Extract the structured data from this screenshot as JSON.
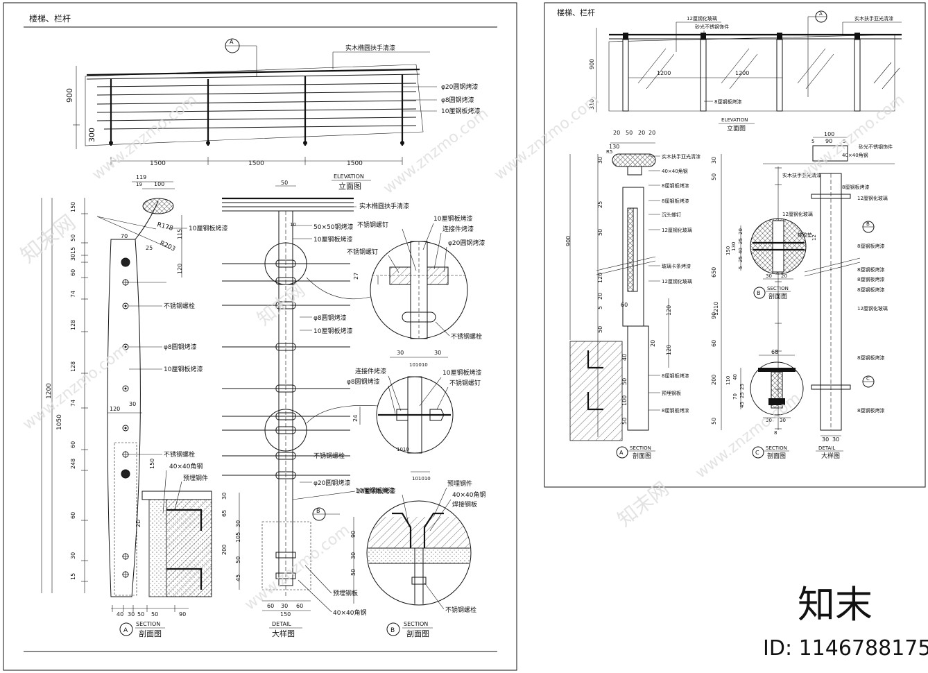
{
  "left_sheet": {
    "title": "楼梯、栏杆",
    "elevation": {
      "callout_A": "A",
      "handrail": "实木椭圆扶手清漆",
      "round_steel": "φ20圆钢烤漆",
      "bar_8": "φ8圆钢烤漆",
      "plate_10": "10厘钢板烤漆",
      "dim_900": "900",
      "dim_300": "300",
      "dim_1500a": "1500",
      "dim_1500b": "1500",
      "dim_1500c": "1500",
      "caption_en": "ELEVATION",
      "caption_cn": "立面图"
    },
    "section_A": {
      "dim_119": "119",
      "dim_19": "19",
      "dim_100": "100",
      "r178": "R178",
      "r203": "R203",
      "dim_70": "70",
      "dim_25": "25",
      "dim_115": "115",
      "dim_120": "120",
      "dim_30": "30",
      "plate": "10厘钢板烤漆",
      "bolt1": "不锈钢螺栓",
      "bar": "φ8圆钢烤漆",
      "plate2": "10厘钢板烤漆",
      "bolt2": "不锈钢螺栓",
      "angle": "40×40角钢",
      "embed": "预埋钢件",
      "dim_150": "150",
      "dim_2D": "2D",
      "left_dims": [
        "150",
        "50",
        "15",
        "30",
        "60",
        "74",
        "128",
        "128",
        "74",
        "60",
        "248",
        "60",
        "30",
        "15"
      ],
      "dim_1200": "1200",
      "dim_1050": "1050",
      "bottom_dims": [
        "40",
        "30",
        "50",
        "50",
        "90"
      ],
      "callout": "A",
      "caption_en": "SECTION",
      "caption_cn": "剖面图"
    },
    "detail": {
      "dim_50": "50",
      "handrail": "实木椭圆扶手清漆",
      "dim_10": "10",
      "sq50": "50×50钢烤漆",
      "plate": "10厘钢板烤漆",
      "bar8": "φ8圆钢烤漆",
      "plate2": "10厘钢板烤漆",
      "bolt": "不锈钢螺栓",
      "r20": "φ20圆钢烤漆",
      "plate3": "10厘钢板烤漆",
      "embed_plate": "预埋钢板",
      "angle": "40×40角钢",
      "left_dims": [
        "30",
        "65",
        "30",
        "105",
        "50",
        "200",
        "45"
      ],
      "bottom_dims": [
        "60",
        "30",
        "60"
      ],
      "dim_150": "150",
      "callout_B": "B",
      "caption_en": "DETAIL",
      "caption_cn": "大样图"
    },
    "zoom1": {
      "plate": "10厘钢板烤漆",
      "screw": "不锈钢螺钉",
      "connector": "连接件烤漆",
      "r20": "φ20圆钢烤漆",
      "screw2": "不锈钢螺钉",
      "dim_27": "27",
      "bolt": "不锈钢螺栓",
      "dim_30a": "30",
      "dim_30b": "30",
      "dim_101010": "101010"
    },
    "zoom2": {
      "connector": "连接件烤漆",
      "bar8": "φ8圆钢烤漆",
      "plate": "10厘钢板烤漆",
      "screw": "不锈钢螺钉",
      "dim_24": "24",
      "dim_1010": "1010",
      "dim_101010": "101010"
    },
    "section_B": {
      "plate": "10厘钢板烤漆",
      "embed": "预埋钢件",
      "angle": "40×40角钢",
      "weld": "焊接钢板",
      "bolt": "不锈钢螺栓",
      "dims": [
        "90",
        "30",
        "50"
      ],
      "callout": "B",
      "caption_en": "SECTION",
      "caption_cn": "剖面图"
    }
  },
  "right_sheet": {
    "title": "楼梯、栏杆",
    "elevation": {
      "glass": "12厘钢化玻璃",
      "callout_A": "A",
      "handrail": "实木扶手亚光清漆",
      "fitting": "砂光不锈钢饰件",
      "dim_900": "900",
      "dim_310": "310",
      "dim_1200a": "1200",
      "dim_1200b": "1200",
      "plate": "8厘钢板烤漆",
      "caption_en": "ELEVATION",
      "caption_cn": "立面图"
    },
    "section_A": {
      "top_dims": [
        "130",
        "20",
        "50",
        "20",
        "20"
      ],
      "r5": "R5",
      "handrail": "实木扶手亚光清漆",
      "angle": "40×40角钢",
      "plate8": "8厘钢板烤漆",
      "plate8b": "8厘钢板烤漆",
      "screw": "沉头螺钉",
      "glass": "12厘钢化玻璃",
      "clip": "玻璃卡条烤漆",
      "glass2": "12厘钢化玻璃",
      "plate8c": "8厘钢板烤漆",
      "embed": "预埋钢板",
      "plate8d": "8厘钢板烤漆",
      "left_dims": [
        "30",
        "25",
        "50",
        "120",
        "20",
        "5",
        "50"
      ],
      "dim_900": "900",
      "right_dims": [
        "120",
        "120"
      ],
      "mid_dims": [
        "40",
        "50",
        "100",
        "50"
      ],
      "dim_60": "60",
      "dim_20": "20",
      "callout": "A",
      "caption_en": "SECTION",
      "caption_cn": "剖面图"
    },
    "detail": {
      "top_dims": [
        "100",
        "5",
        "90",
        "5"
      ],
      "fitting": "砂光不锈钢饰件",
      "handrail": "实木扶手亚光清漆",
      "angle": "40×40角钢",
      "plate8": "8厘钢板烤漆",
      "glass": "12厘钢化玻璃",
      "glass2": "12厘钢化玻璃",
      "callout_B": "B",
      "plate8b": "8厘钢板烤漆",
      "plate8c": "8厘钢板烤漆",
      "plate8d": "8厘钢板烤漆",
      "plate8e": "8厘钢板烤漆",
      "glass3": "12厘钢化玻璃",
      "plate8f": "8厘钢板烤漆",
      "callout_C": "C",
      "plate8g": "8厘钢板烤漆",
      "left_dims": [
        "30",
        "50",
        "650",
        "90",
        "60",
        "200",
        "50"
      ],
      "dim_1210": "1210",
      "dim_12": "12",
      "bottom_dims": [
        "30",
        "30"
      ],
      "caption_en": "DETAIL",
      "caption_cn": "大样图"
    },
    "zoom_B": {
      "gasket": "橡胶垫",
      "dims": [
        "20",
        "25",
        "40",
        "25",
        "5",
        "130",
        "150",
        "30",
        "20"
      ],
      "callout": "B",
      "caption_en": "SECTION",
      "caption_cn": "剖面图"
    },
    "zoom_C": {
      "dim_68": "68",
      "dims": [
        "110",
        "40",
        "70",
        "25",
        "25",
        "45"
      ],
      "bottom": [
        "30",
        "30"
      ],
      "dim_8": "8",
      "callout": "C",
      "caption_en": "SECTION",
      "caption_cn": "剖面图"
    }
  },
  "watermark": {
    "site": "www.znzmo.com",
    "logo": "知末网",
    "brand": "知末",
    "id": "ID: 1146788175"
  }
}
